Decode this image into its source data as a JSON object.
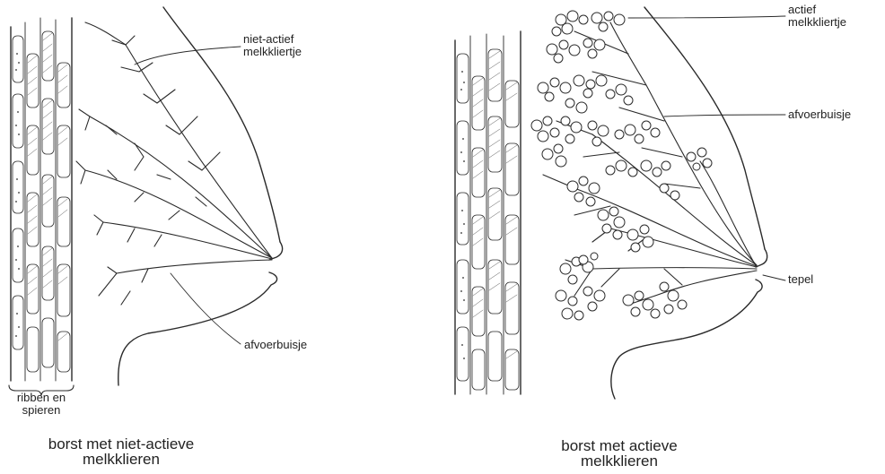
{
  "left_panel": {
    "caption": "borst met niet-actieve\nmelkklieren",
    "label_gland": "niet-actief\nmelkkliertje",
    "label_duct": "afvoerbuisje",
    "label_ribs": "ribben en\nspieren"
  },
  "right_panel": {
    "caption": "borst met actieve\nmelkklieren",
    "label_gland": "actief\nmelkkliertje",
    "label_duct": "afvoerbuisje",
    "label_nipple": "tepel"
  },
  "colors": {
    "ink": "#2a2a2a",
    "background": "#ffffff"
  }
}
